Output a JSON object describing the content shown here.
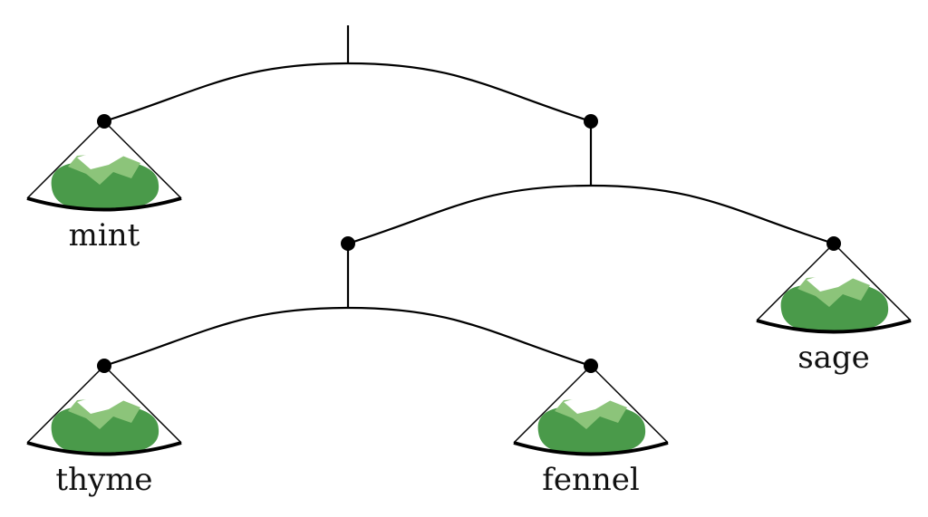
{
  "diagram": {
    "type": "balance-mobile",
    "colors": {
      "line": "#000000",
      "herb_dark": "#4a9a4a",
      "herb_light": "#8cc47a",
      "herb_highlight": "#ffffff"
    },
    "herbs": [
      {
        "id": "mint",
        "label": "mint"
      },
      {
        "id": "thyme",
        "label": "thyme"
      },
      {
        "id": "fennel",
        "label": "fennel"
      },
      {
        "id": "sage",
        "label": "sage"
      }
    ]
  }
}
